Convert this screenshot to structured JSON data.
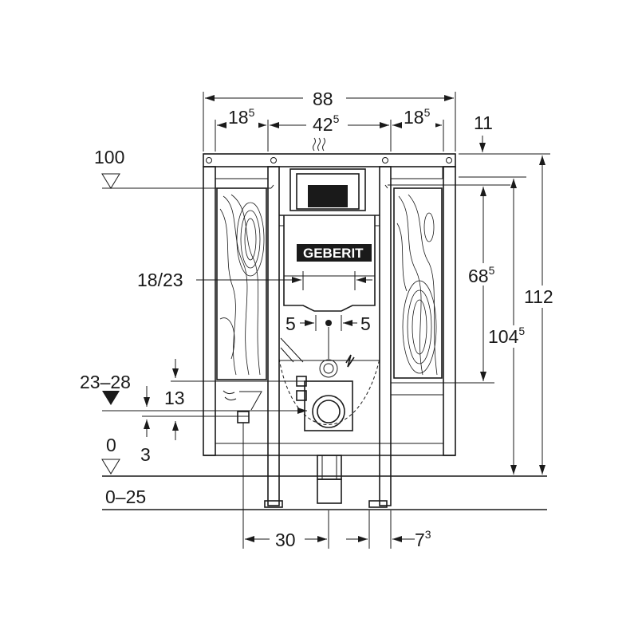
{
  "brand": "GEBERIT",
  "dimensions": {
    "overall_width": "88",
    "side_left_base": "18",
    "side_left_sup": "5",
    "center_base": "42",
    "center_sup": "5",
    "side_right_base": "18",
    "side_right_sup": "5",
    "top_offset": "11",
    "ref_height": "100",
    "lateral_connection": "18/23",
    "flush_height_base": "68",
    "flush_height_sup": "5",
    "total_height": "112",
    "frame_height_base": "104",
    "frame_height_sup": "5",
    "pipe_offset_left": "5",
    "pipe_offset_right": "5",
    "water_supply_range": "23–28",
    "gap_13": "13",
    "gap_3": "3",
    "floor_level": "0",
    "floor_range": "0–25",
    "bottom_30": "30",
    "bottom_foot_base": "7",
    "bottom_foot_sup": "3"
  }
}
